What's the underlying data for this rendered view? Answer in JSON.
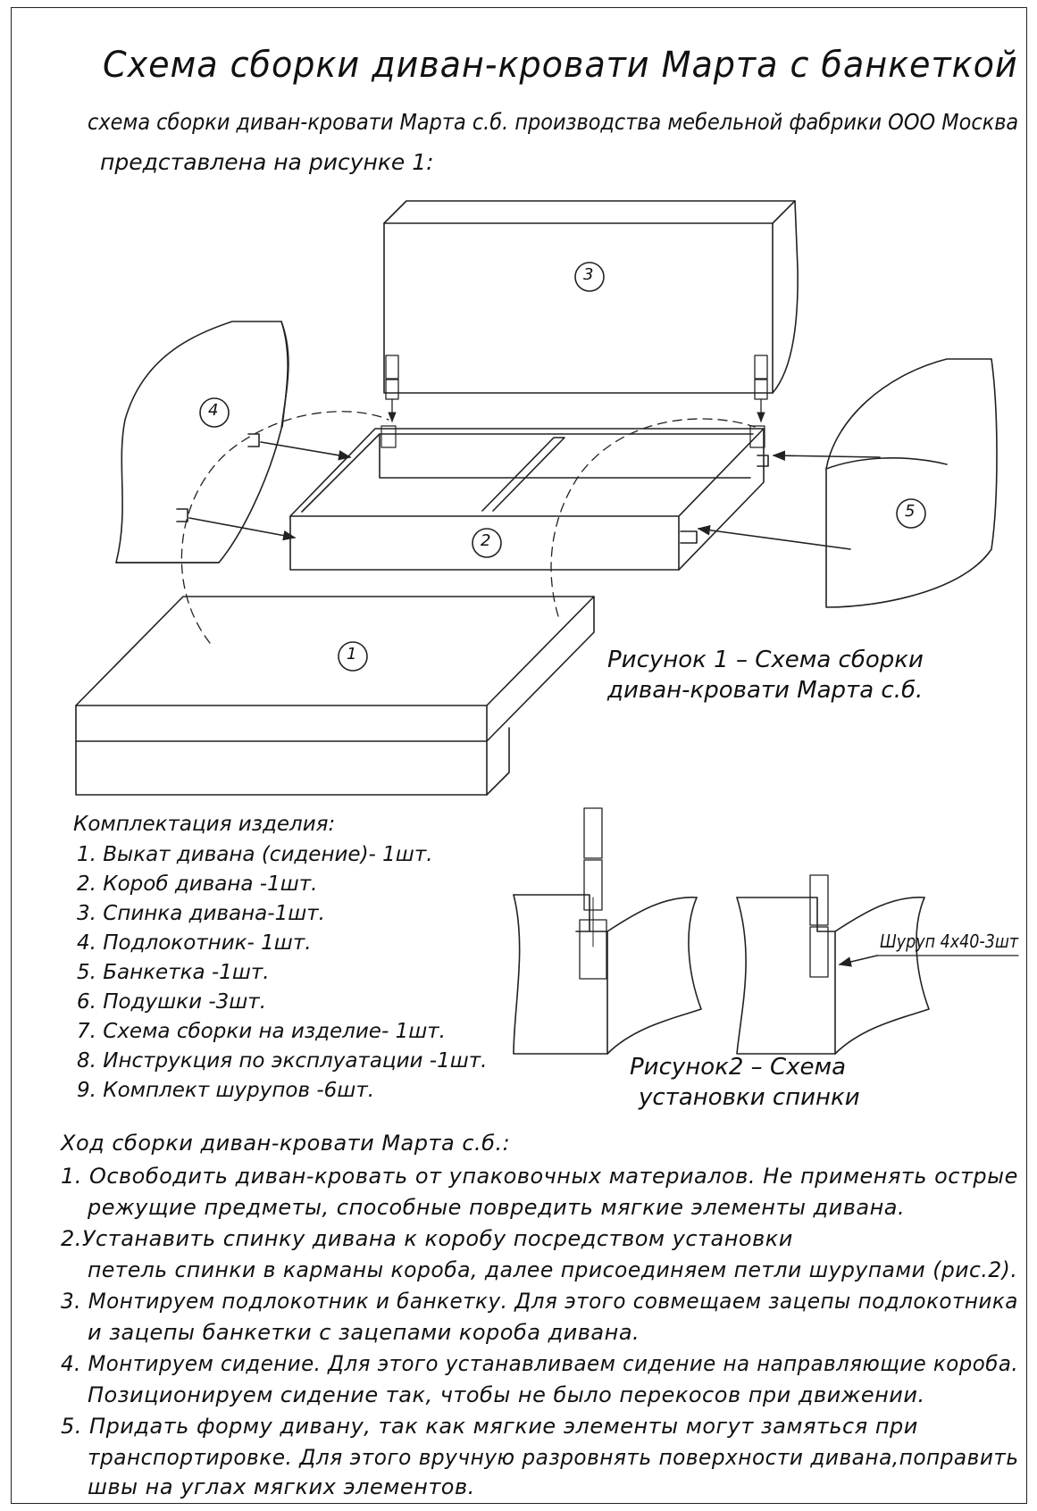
{
  "title": "Схема сборки диван-кровати Марта с банкеткой",
  "subtitle_line1": "схема сборки диван-кровати Марта с.б. производства мебельной фабрики ООО Москва",
  "subtitle_line2": "представлена на рисунке 1:",
  "figure1": {
    "caption_line1": "Рисунок 1 – Схема сборки",
    "caption_line2": "диван-кровати Марта с.б.",
    "part_numbers": [
      "1",
      "2",
      "3",
      "4",
      "5"
    ]
  },
  "figure2": {
    "caption_line1": "Рисунок2 – Схема",
    "caption_line2": "установки спинки",
    "screw_label": "Шуруп 4х40-3шт"
  },
  "kit": {
    "heading": "Комплектация изделия:",
    "items": [
      "1. Выкат дивана (сидение)- 1шт.",
      "2. Короб дивана -1шт.",
      "3. Спинка дивана-1шт.",
      "4. Подлокотник- 1шт.",
      "5. Банкетка -1шт.",
      "6. Подушки -3шт.",
      "7. Схема сборки на изделие- 1шт.",
      "8. Инструкция по эксплуатации -1шт.",
      "9. Комплект шурупов -6шт."
    ]
  },
  "assembly": {
    "heading": "Ход сборки диван-кровати Марта с.б.:",
    "lines": [
      "1. Освободить диван-кровать от упаковочных материалов. Не применять острые",
      "режущие предметы, способные повредить мягкие элементы дивана.",
      "2.Устанавить   спинку   дивана   к   коробу   посредством   установки",
      "петель спинки в карманы короба, далее присоединяем петли шурупами (рис.2).",
      "3. Монтируем подлокотник и банкетку. Для этого совмещаем зацепы подлокотника",
      "и зацепы банкетки с зацепами короба дивана.",
      "4. Монтируем сидение. Для этого устанавливаем сидение на направляющие короба.",
      "Позиционируем сидение так, чтобы не было перекосов при движении.",
      "5. Придать форму дивану, так как мягкие элементы могут замяться при",
      "транспортировке. Для этого вручную разровнять поверхности дивана,поправить",
      "швы на углах мягких элементов."
    ]
  }
}
